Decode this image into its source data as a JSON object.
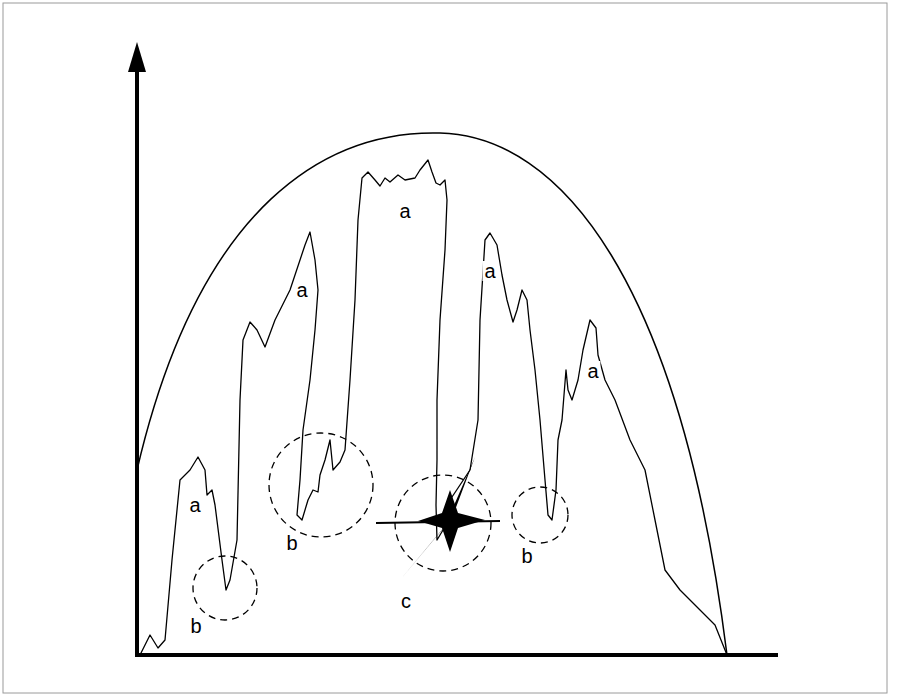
{
  "diagram": {
    "labels": [
      "a",
      "b",
      "a",
      "b",
      "a",
      "c",
      "a",
      "b",
      "a"
    ]
  }
}
